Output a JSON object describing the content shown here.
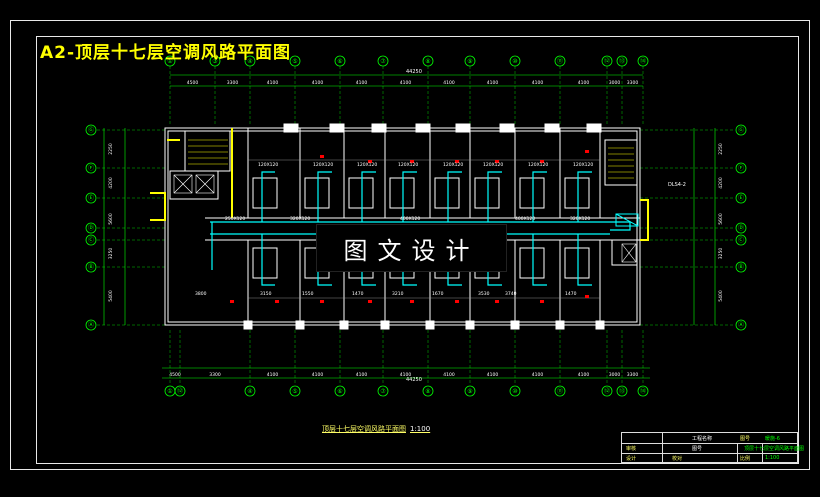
{
  "sheet_title": "A2-顶层十七层空调风路平面图",
  "watermark": "图文设计",
  "axis_labels_top": [
    "①",
    "③",
    "④",
    "⑤",
    "⑥",
    "⑦",
    "⑧",
    "⑨",
    "⑩",
    "⑪",
    "⑫",
    "⑬",
    "⑭"
  ],
  "axis_labels_bottom": [
    "①",
    "⑫",
    "④",
    "⑤",
    "⑥",
    "⑦",
    "⑧",
    "⑨",
    "⑩",
    "⑪",
    "⑫",
    "⑬",
    "⑭"
  ],
  "axis_labels_left": [
    "Ⓖ",
    "Ⓕ",
    "Ⓔ",
    "Ⓓ",
    "Ⓒ",
    "Ⓑ",
    "Ⓐ"
  ],
  "axis_labels_right": [
    "Ⓖ",
    "Ⓕ",
    "Ⓔ",
    "Ⓓ",
    "Ⓒ",
    "Ⓑ",
    "Ⓐ"
  ],
  "overall_dim_top": "44250",
  "overall_dim_bottom": "44250",
  "dims_top": [
    "4500",
    "3300",
    "4100",
    "4100",
    "4100",
    "4100",
    "4100",
    "4100",
    "4100",
    "4100",
    "3000",
    "3300"
  ],
  "dims_bottom": [
    "4500",
    "3300",
    "4100",
    "4100",
    "4100",
    "4100",
    "4100",
    "4100",
    "4100",
    "4100",
    "3000",
    "3300"
  ],
  "dims_left": [
    "2250",
    "4200",
    "5600",
    "3250",
    "5400"
  ],
  "dims_right": [
    "2250",
    "4200",
    "5600",
    "3250",
    "5400"
  ],
  "duct_labels": [
    "120X120",
    "120X120",
    "120X120",
    "120X120",
    "120X120",
    "120X120",
    "120X120",
    "120X120"
  ],
  "main_duct_labels": [
    "250X120",
    "320X120",
    "400X120",
    "400X120",
    "320X120"
  ],
  "room_dims_bottom": [
    "3800",
    "3150",
    "1550",
    "1470",
    "3210",
    "1670",
    "3530",
    "3740",
    "1470"
  ],
  "equipment_label": "DLS4-2",
  "drawing_caption": "顶层十七层空调风路平面图",
  "drawing_scale": "1:100",
  "titleblock": {
    "project": "工程名称",
    "drawing_no": "图号",
    "drawing_name": "顶层十七层空调风路平面图",
    "scale_label": "比例",
    "scale_value": "1:100",
    "sheet_label": "图号",
    "sheet_value": "暖施-6",
    "designer": "设计",
    "checker": "校对",
    "approver": "审核"
  },
  "colors": {
    "background": "#000000",
    "wall": "#ffffff",
    "axis_grid": "#00ff00",
    "duct": "#00ffff",
    "annotation": "#ffff00",
    "marker": "#ff0000"
  }
}
